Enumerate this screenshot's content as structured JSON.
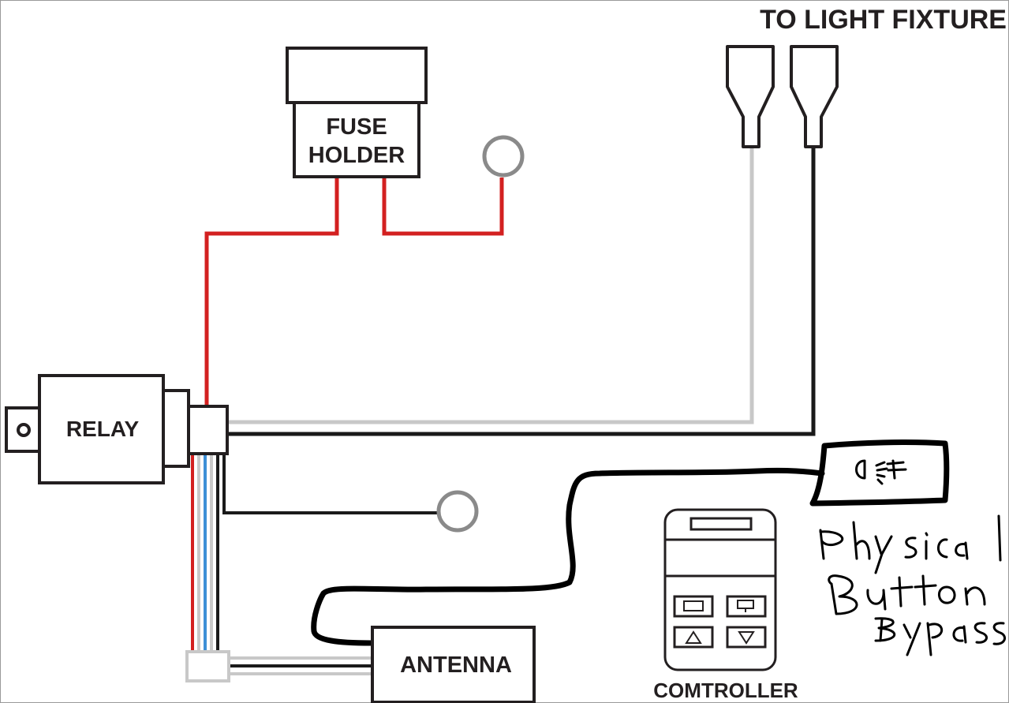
{
  "labels": {
    "light_fixture": "TO LIGHT FIXTURE",
    "fuse_line1": "FUSE",
    "fuse_line2": "HOLDER",
    "relay": "RELAY",
    "antenna": "ANTENNA",
    "controller": "COMTROLLER",
    "handwritten_note": [
      "Physical",
      "Button",
      "Bypass"
    ]
  },
  "wire_colors": {
    "red": "#d32020",
    "grey": "#c8c8c8",
    "black": "#1a1a1a",
    "blue": "#3d8fd6"
  }
}
